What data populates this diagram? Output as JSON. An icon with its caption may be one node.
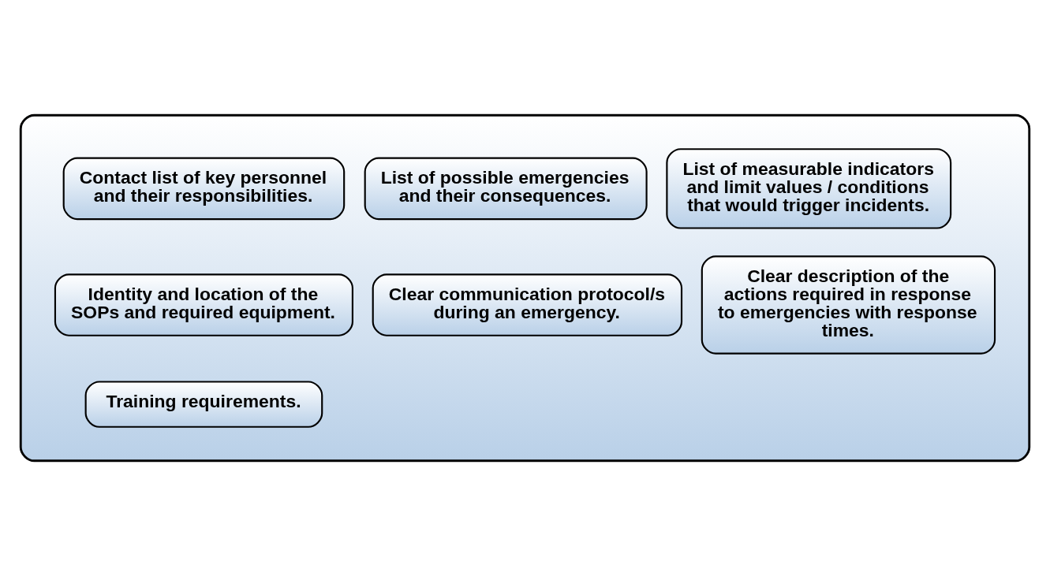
{
  "diagram": {
    "nodes": [
      {
        "text": [],
        "shape": "box"
      },
      {
        "text": [
          "Contact list of key personnel and their responsibilities."
        ],
        "in": 0
      },
      {
        "text": [
          "List of possible emergencies and their consequences."
        ],
        "in": 0
      },
      {
        "text": [
          "List of measurable indicators and limit values / conditions that would trigger incidents."
        ],
        "in": 0
      },
      {
        "text": [
          "Identity and location of the SOPs and required equipment."
        ],
        "in": 0
      },
      {
        "text": [
          "Clear communication protocol/s during an emergency."
        ],
        "in": 0
      },
      {
        "text": [
          "Clear description of the actions required in response to emergencies with response times."
        ],
        "in": 0
      },
      {
        "text": [
          "Training requirements."
        ],
        "in": 0
      }
    ]
  }
}
